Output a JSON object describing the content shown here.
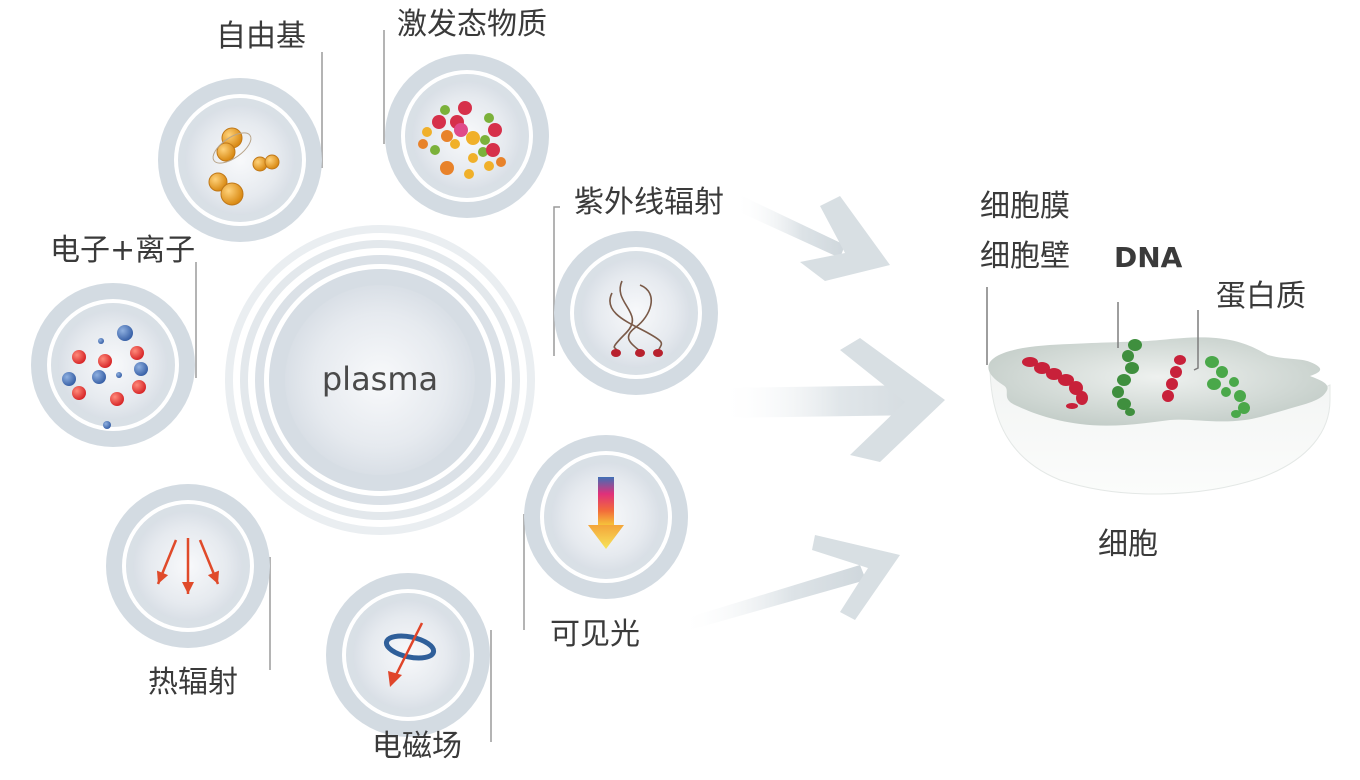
{
  "center": {
    "label": "plasma"
  },
  "components": [
    {
      "id": "free-radical",
      "label": "自由基",
      "icon": "molecule-icon"
    },
    {
      "id": "excited-matter",
      "label": "激发态物质",
      "icon": "particles-icon"
    },
    {
      "id": "electron-ion",
      "label": "电子+离子",
      "icon": "ions-icon"
    },
    {
      "id": "uv-radiation",
      "label": "紫外线辐射",
      "icon": "uv-strands-icon"
    },
    {
      "id": "visible-light",
      "label": "可见光",
      "icon": "spectrum-arrow-icon"
    },
    {
      "id": "thermal-radiation",
      "label": "热辐射",
      "icon": "heat-arrows-icon"
    },
    {
      "id": "em-field",
      "label": "电磁场",
      "icon": "em-field-icon"
    }
  ],
  "target": {
    "label": "细胞",
    "parts": [
      {
        "id": "membrane",
        "label": "细胞膜"
      },
      {
        "id": "wall",
        "label": "细胞壁"
      },
      {
        "id": "dna",
        "label": "DNA"
      },
      {
        "id": "protein",
        "label": "蛋白质"
      }
    ]
  },
  "colors": {
    "ring": "#d3dbe2",
    "text": "#3a3a3a",
    "arrow": "#d5dde2",
    "cell_top": "#c9d2cd",
    "red_helix": "#c8213a",
    "green_helix": "#3f8f3e"
  }
}
